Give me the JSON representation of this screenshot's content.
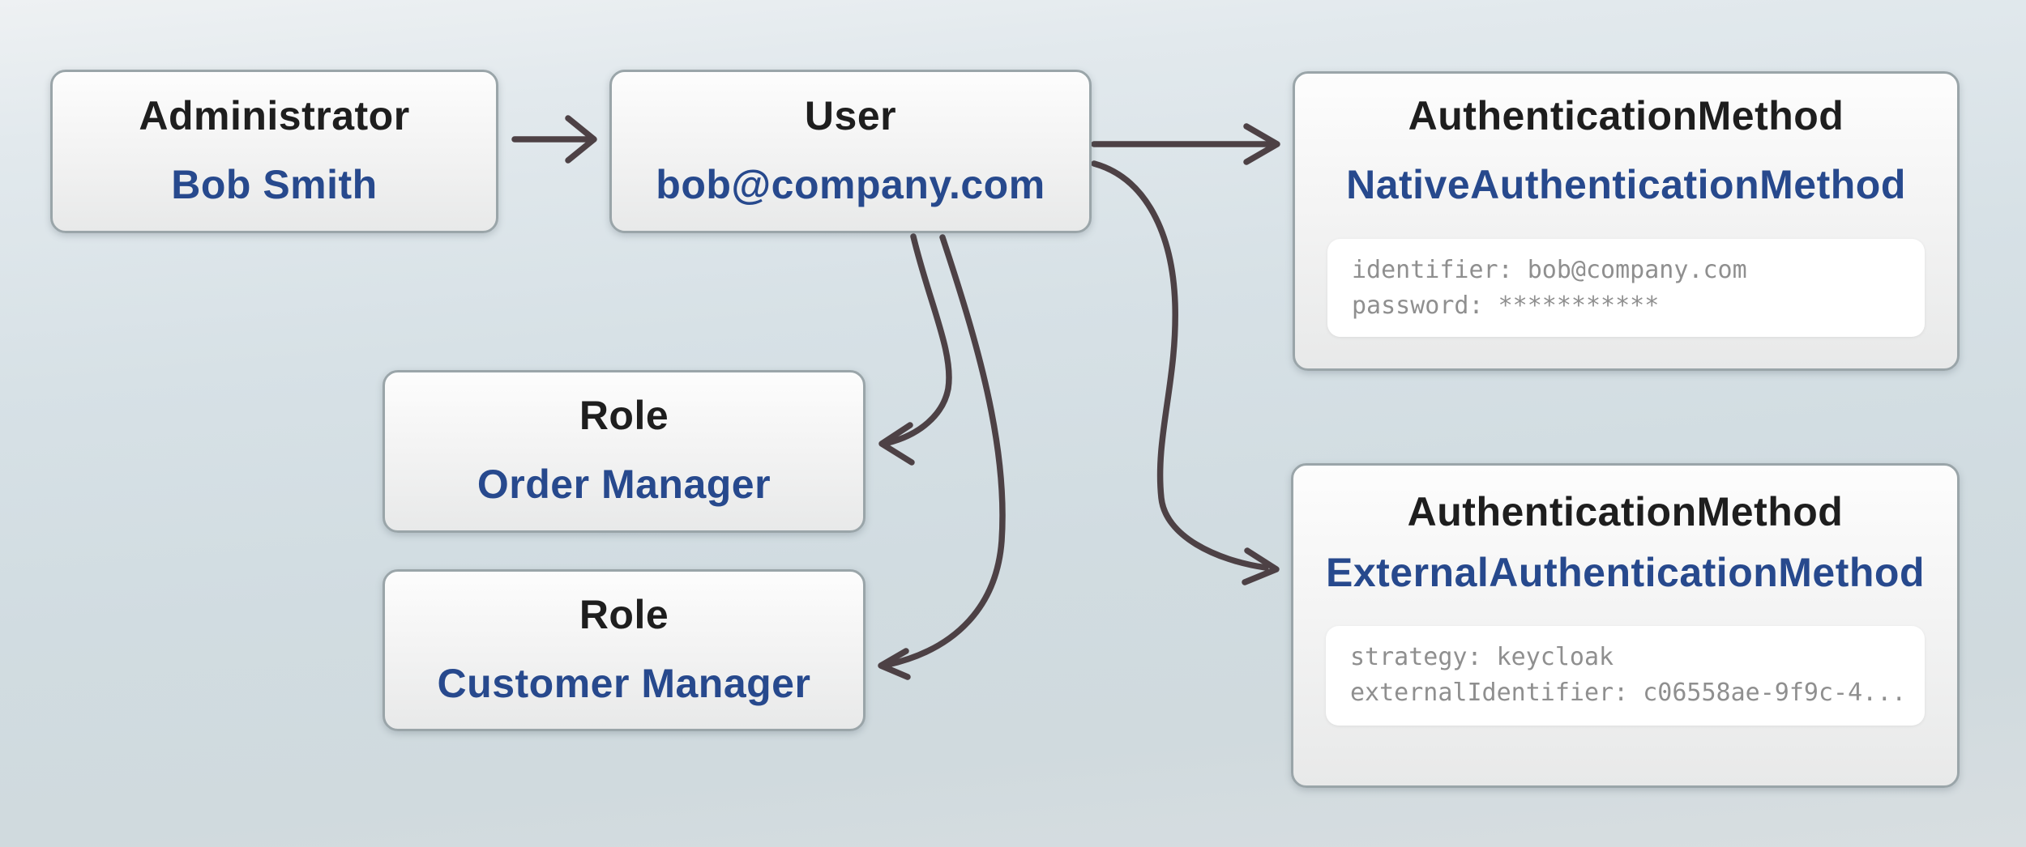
{
  "diagram": {
    "nodes": {
      "administrator": {
        "type": "Administrator",
        "name": "Bob Smith"
      },
      "user": {
        "type": "User",
        "name": "bob@company.com"
      },
      "native_auth": {
        "type": "AuthenticationMethod",
        "name": "NativeAuthenticationMethod",
        "properties": {
          "line1": "identifier: bob@company.com",
          "line2": "password: ***********"
        }
      },
      "role_order": {
        "type": "Role",
        "name": "Order Manager"
      },
      "role_customer": {
        "type": "Role",
        "name": "Customer Manager"
      },
      "external_auth": {
        "type": "AuthenticationMethod",
        "name": "ExternalAuthenticationMethod",
        "properties": {
          "line1": "strategy: keycloak",
          "line2": "externalIdentifier: c06558ae-9f9c-4..."
        }
      }
    },
    "edges": [
      "administrator->user",
      "user->native_auth",
      "user->external_auth",
      "user->role_order",
      "user->role_customer"
    ],
    "colors": {
      "entity_type_text": "#1e1e1e",
      "entity_name_text": "#27498d",
      "property_text": "#8f8f8f",
      "arrow": "#4d4145",
      "card_border": "#9aa5a9"
    }
  }
}
